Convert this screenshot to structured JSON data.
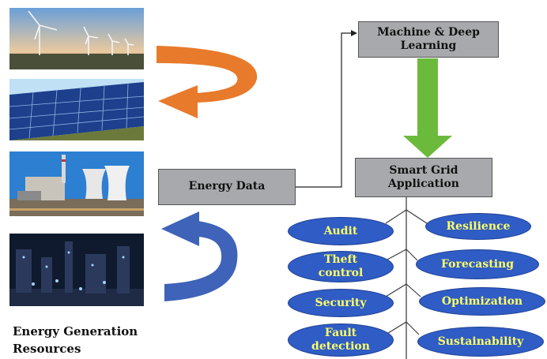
{
  "images": [
    {
      "name": "wind-turbines-image"
    },
    {
      "name": "solar-panels-image"
    },
    {
      "name": "thermal-power-plant-image"
    },
    {
      "name": "industrial-plant-night-image"
    }
  ],
  "caption": {
    "line1": "Energy Generation",
    "line2": "Resources"
  },
  "boxes": {
    "energy_data": "Energy Data",
    "ml_dl_line1": "Machine & Deep",
    "ml_dl_line2": "Learning",
    "smart_grid_line1": "Smart Grid",
    "smart_grid_line2": "Application"
  },
  "applications_left": [
    {
      "line1": "Audit",
      "line2": ""
    },
    {
      "line1": "Theft",
      "line2": "control"
    },
    {
      "line1": "Security",
      "line2": ""
    },
    {
      "line1": "Fault",
      "line2": "detection"
    }
  ],
  "applications_right": [
    {
      "line1": "Resilience"
    },
    {
      "line1": "Forecasting"
    },
    {
      "line1": "Optimization"
    },
    {
      "line1": "Sustainability"
    }
  ],
  "colors": {
    "box_fill": "#a7a9ac",
    "ellipse_fill": "#2f5cc5",
    "ellipse_text": "#ffff66",
    "orange_arrow": "#e87a2c",
    "blue_arrow": "#3e63b8",
    "green_arrow": "#6cba3c"
  }
}
